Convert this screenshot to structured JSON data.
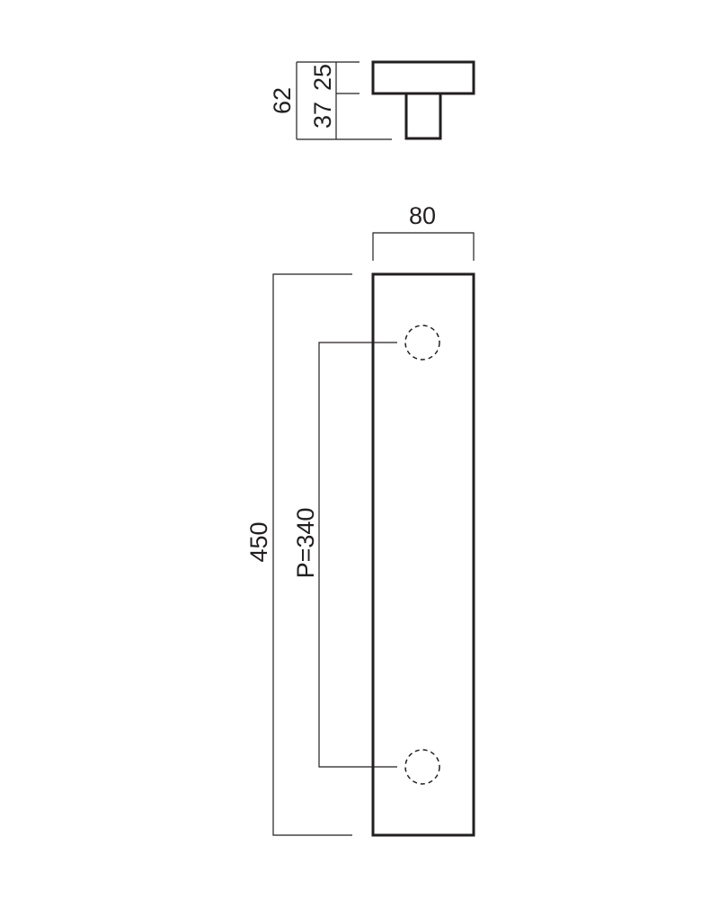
{
  "top_view": {
    "total_height_label": "62",
    "cap_height_label": "25",
    "post_height_label": "37"
  },
  "front_view": {
    "width_label": "80",
    "length_label": "450",
    "pitch_label": "P=340"
  },
  "colors": {
    "line": "#231f20",
    "background": "#ffffff"
  }
}
